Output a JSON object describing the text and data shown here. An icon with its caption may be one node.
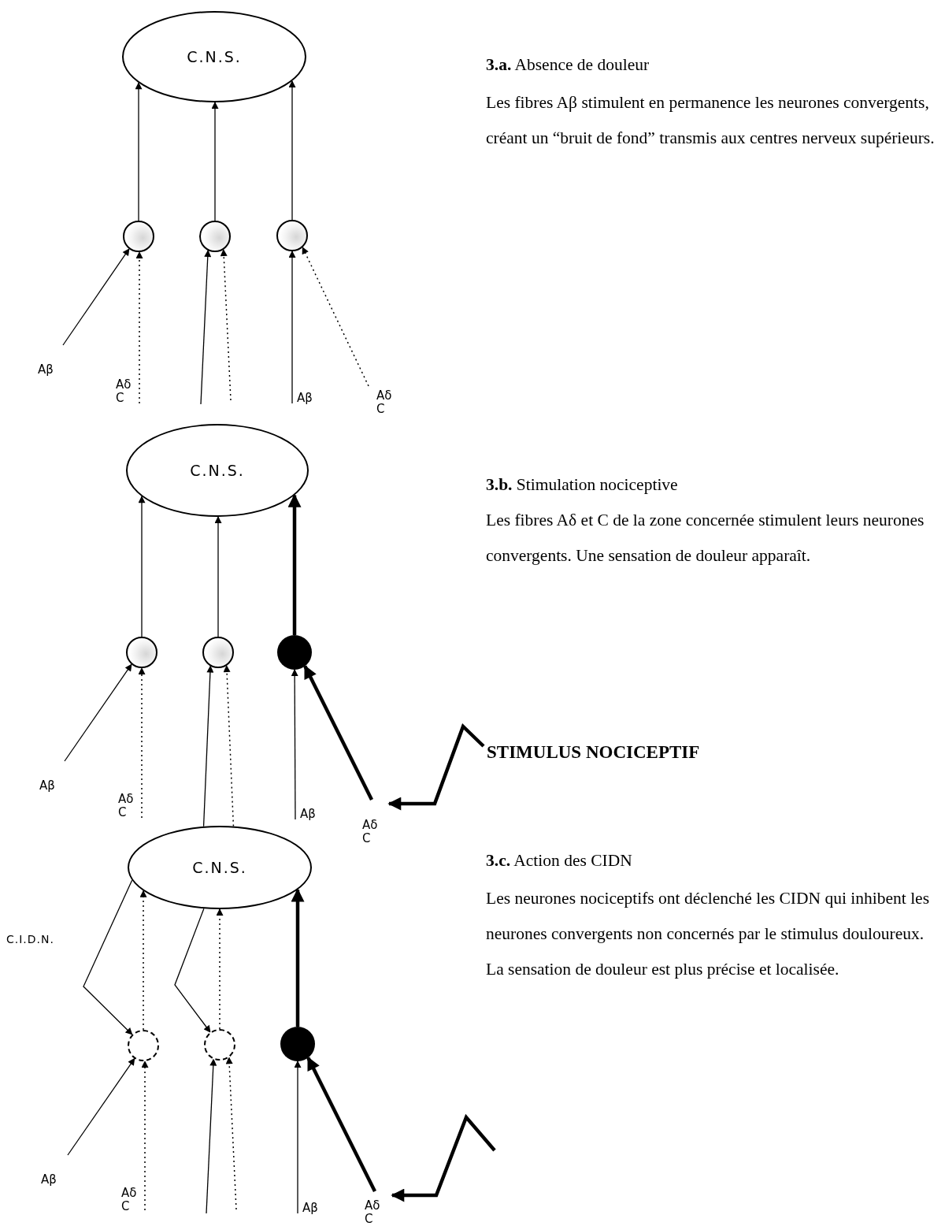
{
  "diagram": {
    "nodes": [
      {
        "text": [
          "C.N.S."
        ]
      },
      {
        "text": [],
        "shape": "circle"
      },
      {
        "text": [],
        "shape": "circle"
      },
      {
        "text": [],
        "shape": "circle"
      },
      {
        "text": [
          "Aβ"
        ]
      },
      {
        "text": [
          "Aδ C"
        ]
      },
      {
        "text": [
          "Aβ"
        ]
      },
      {
        "text": [
          "Aδ C"
        ]
      },
      {
        "text": [
          "C.N.S."
        ]
      },
      {
        "text": [],
        "shape": "circle"
      },
      {
        "text": [],
        "shape": "circle"
      },
      {
        "text": [],
        "shape": "circle"
      },
      {
        "text": [
          "Aβ"
        ]
      },
      {
        "text": [
          "Aδ C"
        ]
      },
      {
        "text": [
          "Aβ"
        ]
      },
      {
        "text": [
          "Aδ C"
        ]
      },
      {
        "text": [
          "STIMULUS NOCICEPTIF"
        ]
      },
      {
        "text": [
          "C.N.S."
        ]
      },
      {
        "text": [],
        "shape": "circle"
      },
      {
        "text": [],
        "shape": "circle"
      },
      {
        "text": [],
        "shape": "circle"
      },
      {
        "text": [
          "Aβ"
        ]
      },
      {
        "text": [
          "Aδ C"
        ]
      },
      {
        "text": [
          "Aβ"
        ]
      },
      {
        "text": [
          "Aδ C"
        ]
      }
    ],
    "edges": [
      {
        "from": 1,
        "to": 0,
        "arrow": "to"
      },
      {
        "from": 2,
        "to": 0,
        "arrow": "to"
      },
      {
        "from": 3,
        "to": 0,
        "arrow": "to"
      },
      {
        "from": 4,
        "to": 1,
        "arrow": "to"
      },
      {
        "from": 5,
        "to": 1,
        "arrow": "to",
        "style": "dashed"
      },
      {
        "from": null,
        "to": 2,
        "arrow": "to"
      },
      {
        "from": null,
        "to": 2,
        "arrow": "to",
        "style": "dashed"
      },
      {
        "from": 6,
        "to": 3,
        "arrow": "to"
      },
      {
        "from": 7,
        "to": 3,
        "arrow": "to",
        "style": "dashed"
      },
      {
        "from": 9,
        "to": 8,
        "arrow": "to"
      },
      {
        "from": 10,
        "to": 8,
        "arrow": "to"
      },
      {
        "from": 11,
        "to": 8,
        "arrow": "to",
        "style": "thick"
      },
      {
        "from": 12,
        "to": 9,
        "arrow": "to"
      },
      {
        "from": 13,
        "to": 9,
        "arrow": "to",
        "style": "dashed"
      },
      {
        "from": 17,
        "to": 10,
        "arrow": "to"
      },
      {
        "from": 17,
        "to": 10,
        "arrow": "to",
        "style": "dashed"
      },
      {
        "from": 14,
        "to": 11,
        "arrow": "to"
      },
      {
        "from": 15,
        "to": 11,
        "arrow": "to",
        "style": "thick"
      },
      {
        "from": 16,
        "to": 15,
        "arrow": "to",
        "style": "thick"
      },
      {
        "from": 18,
        "to": 17,
        "arrow": "to",
        "style": "dashed"
      },
      {
        "from": 19,
        "to": 17,
        "arrow": "to",
        "style": "dashed"
      },
      {
        "from": 20,
        "to": 17,
        "arrow": "to",
        "style": "thick"
      },
      {
        "from": 17,
        "to": 18,
        "arrow": "to",
        "label": "C.I.D.N."
      },
      {
        "from": 17,
        "to": 19,
        "arrow": "to"
      },
      {
        "from": 21,
        "to": 18,
        "arrow": "to"
      },
      {
        "from": 22,
        "to": 18,
        "arrow": "to",
        "style": "dashed"
      },
      {
        "from": null,
        "to": 19,
        "arrow": "to"
      },
      {
        "from": null,
        "to": 19,
        "arrow": "to",
        "style": "dashed"
      },
      {
        "from": 23,
        "to": 20,
        "arrow": "to"
      },
      {
        "from": 24,
        "to": 20,
        "arrow": "to",
        "style": "thick"
      },
      {
        "from": null,
        "to": 24,
        "arrow": "to",
        "style": "thick"
      }
    ],
    "labels": [
      "**3.a.** Absence de douleur",
      "Les fibres Aβ stimulent en permanence les neurones convergents, créant un “bruit de fond” transmis aux centres nerveux supérieurs.",
      "**3.b.** Stimulation nociceptive",
      "Les fibres Aδ et C de la zone concernée stimulent leurs neurones convergents. Une sensation de douleur apparaît.",
      "**3.c.** Action des CIDN",
      "Les neurones nociceptifs ont déclenché les CIDN qui inhibent les neurones convergents non concernés par le stimulus douloureux. La sensation de douleur est plus précise et localisée."
    ]
  }
}
